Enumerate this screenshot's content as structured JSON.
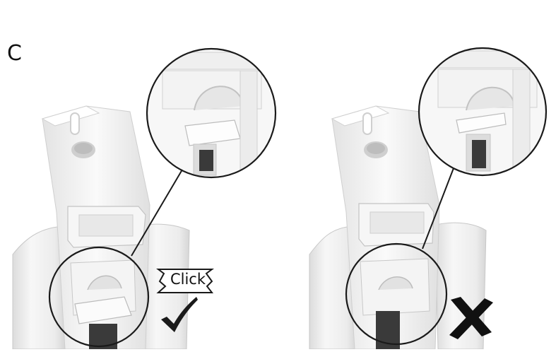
{
  "step": {
    "label": "C"
  },
  "left_panel": {
    "status": "correct",
    "callout": "Click",
    "mark_icon": "checkmark-icon"
  },
  "right_panel": {
    "status": "incorrect",
    "mark_icon": "cross-icon"
  },
  "colors": {
    "line": "#1a1a1a",
    "part_fill": "#f4f4f4",
    "shadow": "#d2d2d2",
    "dark_slot": "#3a3a3a",
    "background": "#ffffff"
  }
}
